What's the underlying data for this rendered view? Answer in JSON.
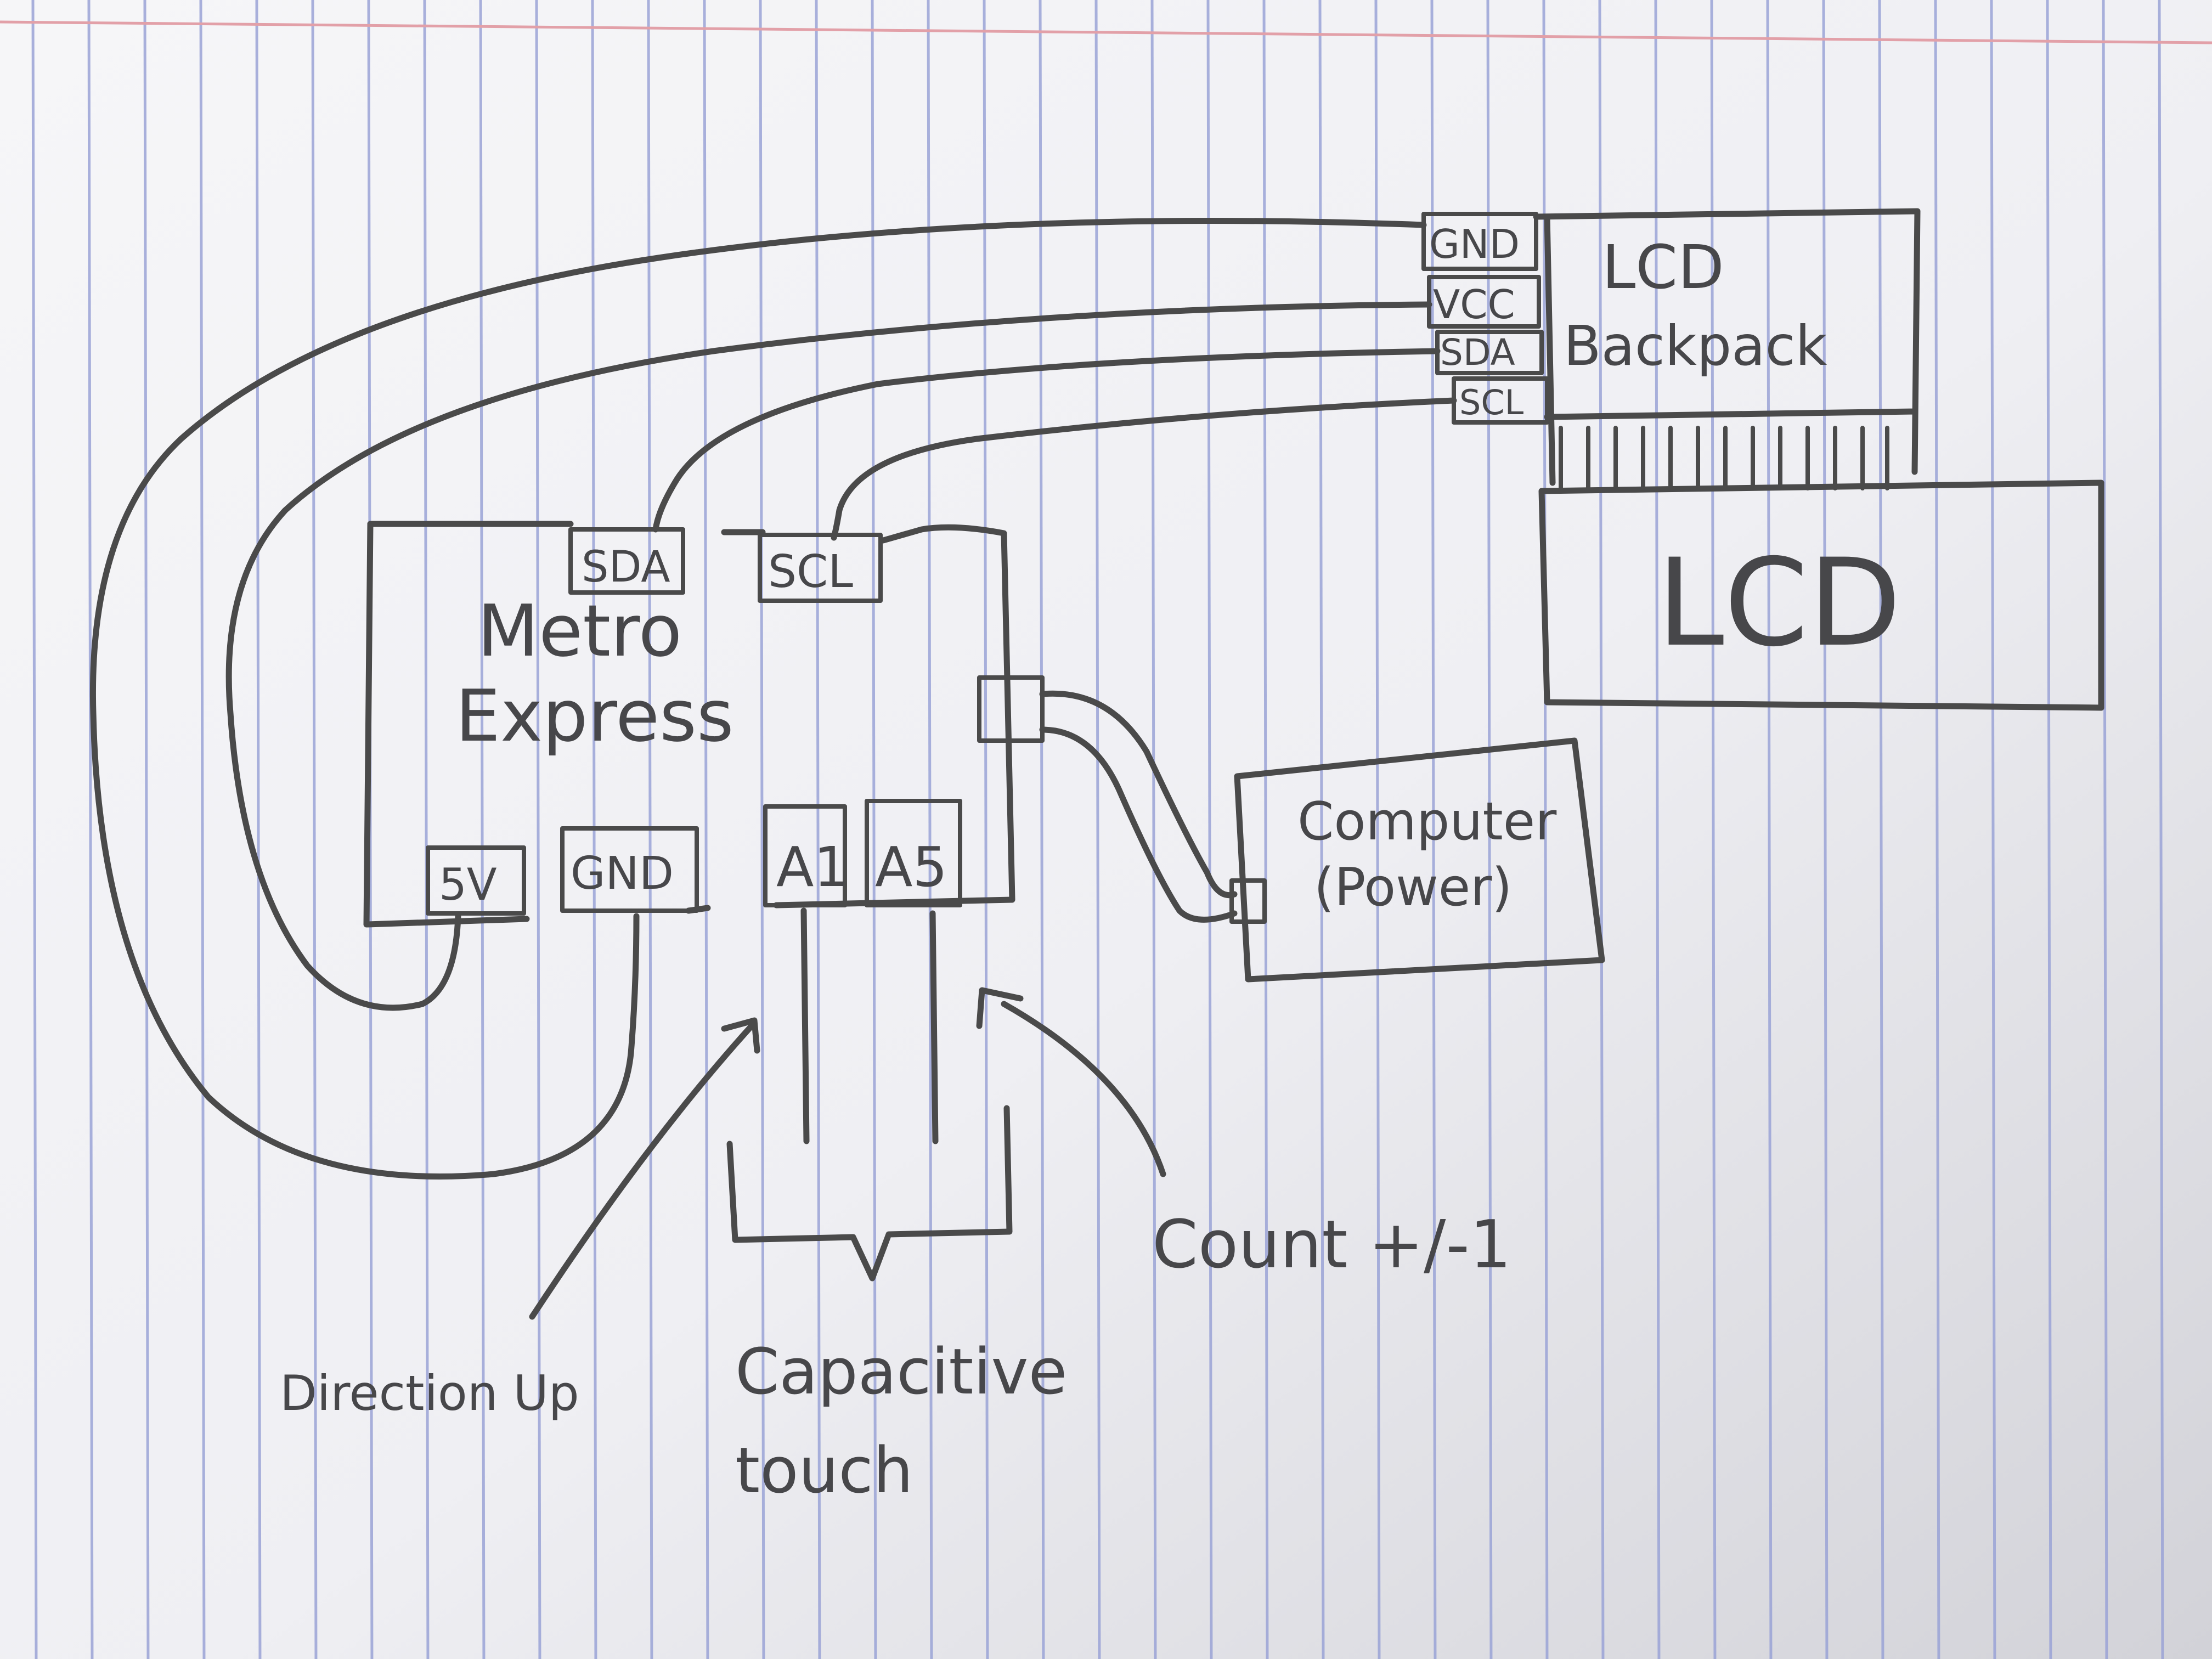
{
  "diagram": {
    "board": {
      "title_line1": "Metro",
      "title_line2": "Express",
      "pins": {
        "sda": "SDA",
        "scl": "SCL",
        "v5": "5V",
        "gnd": "GND",
        "a1": "A1",
        "a5": "A5"
      }
    },
    "backpack": {
      "title_line1": "LCD",
      "title_line2": "Backpack",
      "pins": {
        "gnd": "GND",
        "vcc": "VCC",
        "sda": "SDA",
        "scl": "SCL"
      }
    },
    "lcd": {
      "label": "LCD"
    },
    "computer": {
      "line1": "Computer",
      "line2": "(Power)"
    },
    "annotations": {
      "direction_up": "Direction Up",
      "capacitive_line1": "Capacitive",
      "capacitive_line2": "touch",
      "count": "Count +/-1"
    }
  },
  "colors": {
    "paper": "#f4f4f6",
    "rule_line": "#9aa3d6",
    "margin_line": "#e2a0a8",
    "pencil": "#4a4a4a"
  }
}
